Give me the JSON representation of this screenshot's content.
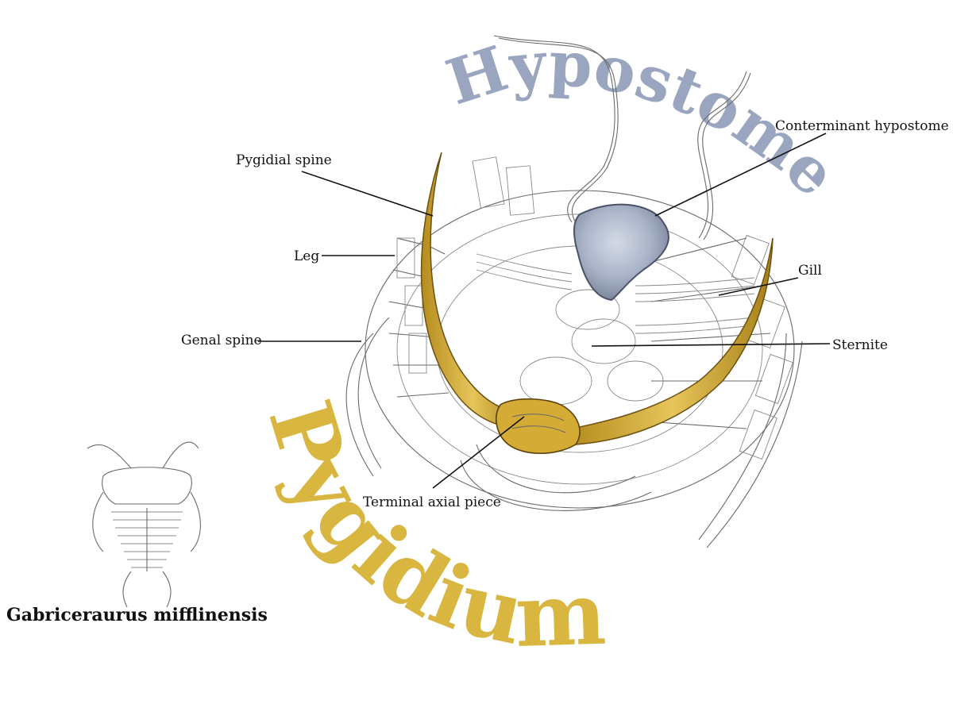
{
  "title_arc_top": "Hypostome",
  "title_arc_bottom": "Pygidium",
  "species_name": "Gabriceraurus mifflinensis",
  "labels": {
    "pygidial_spine": "Pygidial spine",
    "conterminant_hypostome": "Conterminant hypostome",
    "leg": "Leg",
    "gill": "Gill",
    "genal_spine": "Genal spine",
    "sternite": "Sternite",
    "terminal_axial_piece": "Terminal axial piece"
  },
  "colors": {
    "hypostome_text": "#9aa6bf",
    "pygidium_text": "#d8b640",
    "spine_fill": "#d9b23c",
    "hypostome_fill": "#aab4c8"
  }
}
